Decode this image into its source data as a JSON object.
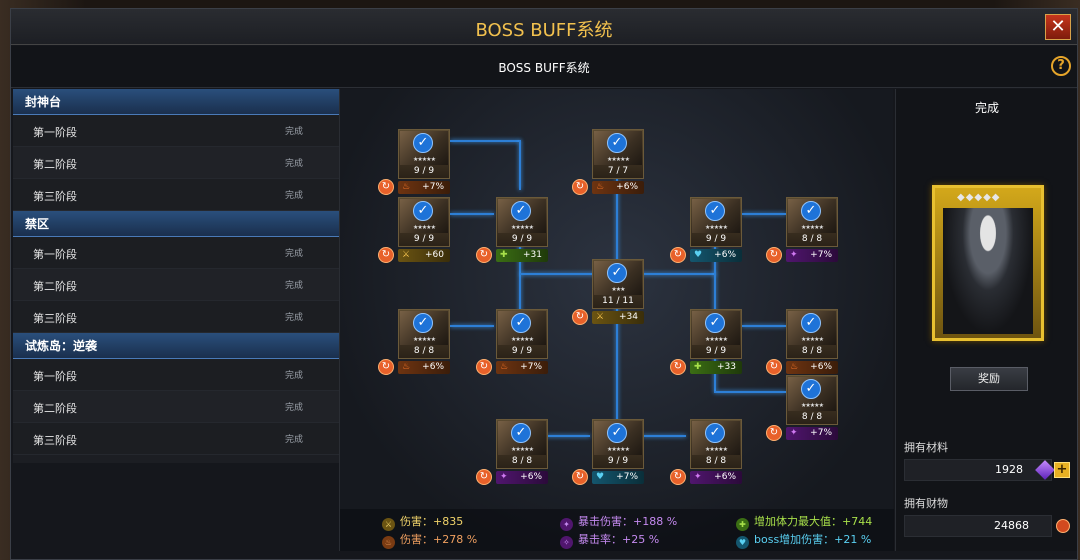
{
  "window": {
    "title": "BOSS BUFF系统",
    "close_label": "✕"
  },
  "subheader": {
    "title": "BOSS BUFF系统",
    "help_label": "?"
  },
  "categories": [
    {
      "name": "封神台",
      "stages": [
        {
          "label": "第一阶段",
          "status": "完成"
        },
        {
          "label": "第二阶段",
          "status": "完成"
        },
        {
          "label": "第三阶段",
          "status": "完成"
        }
      ]
    },
    {
      "name": "禁区",
      "stages": [
        {
          "label": "第一阶段",
          "status": "完成"
        },
        {
          "label": "第二阶段",
          "status": "完成"
        },
        {
          "label": "第三阶段",
          "status": "完成"
        }
      ]
    },
    {
      "name": "试炼岛：逆袭",
      "stages": [
        {
          "label": "第一阶段",
          "status": "完成"
        },
        {
          "label": "第二阶段",
          "status": "完成"
        },
        {
          "label": "第三阶段",
          "status": "完成"
        }
      ]
    }
  ],
  "nodes": [
    {
      "count": "9 / 9",
      "buff": "+7%",
      "buff_type": "fire",
      "stars": "★★★★★"
    },
    {
      "count": "7 / 7",
      "buff": "+6%",
      "buff_type": "fire",
      "stars": "★★★★★"
    },
    {
      "count": "9 / 9",
      "buff": "+60",
      "buff_type": "sword",
      "stars": "★★★★★"
    },
    {
      "count": "9 / 9",
      "buff": "+31",
      "buff_type": "green",
      "stars": "★★★★★"
    },
    {
      "count": "9 / 9",
      "buff": "+6%",
      "buff_type": "blue",
      "stars": "★★★★★"
    },
    {
      "count": "8 / 8",
      "buff": "+7%",
      "buff_type": "purple",
      "stars": "★★★★★"
    },
    {
      "count": "11 / 11",
      "buff": "+34",
      "buff_type": "sword",
      "stars": "★★★"
    },
    {
      "count": "8 / 8",
      "buff": "+6%",
      "buff_type": "fire",
      "stars": "★★★★★"
    },
    {
      "count": "9 / 9",
      "buff": "+7%",
      "buff_type": "fire",
      "stars": "★★★★★"
    },
    {
      "count": "9 / 9",
      "buff": "+33",
      "buff_type": "green",
      "stars": "★★★★★"
    },
    {
      "count": "8 / 8",
      "buff": "+6%",
      "buff_type": "fire",
      "stars": "★★★★★"
    },
    {
      "count": "8 / 8",
      "buff": "+7%",
      "buff_type": "purple",
      "stars": "★★★★★"
    },
    {
      "count": "8 / 8",
      "buff": "+6%",
      "buff_type": "purple",
      "stars": "★★★★★"
    },
    {
      "count": "9 / 9",
      "buff": "+7%",
      "buff_type": "blue",
      "stars": "★★★★★"
    },
    {
      "count": "8 / 8",
      "buff": "+6%",
      "buff_type": "purple",
      "stars": "★★★★★"
    }
  ],
  "summary": [
    {
      "label": "伤害：+835",
      "color": "#f0d36a",
      "icon_bg": "#6b5412",
      "icon": "sword-icon"
    },
    {
      "label": "伤害：+278 %",
      "color": "#f0a060",
      "icon_bg": "#7a3b12",
      "icon": "fire-icon"
    },
    {
      "label": "暴击伤害：+188 %",
      "color": "#c58af0",
      "icon_bg": "#50166e",
      "icon": "crit-damage-icon"
    },
    {
      "label": "暴击率：+25 %",
      "color": "#c58af0",
      "icon_bg": "#50166e",
      "icon": "crit-rate-icon"
    },
    {
      "label": "增加体力最大值：+744",
      "color": "#a8e04a",
      "icon_bg": "#3b6e14",
      "icon": "health-icon"
    },
    {
      "label": "boss增加伤害：+21 %",
      "color": "#5ad0f2",
      "icon_bg": "#14566e",
      "icon": "boss-damage-icon"
    }
  ],
  "right": {
    "status": "完成",
    "card_gems": "◆◆◆◆◆",
    "reward_button": "奖励",
    "materials_label": "拥有材料",
    "materials_value": "1928",
    "wealth_label": "拥有财物",
    "wealth_value": "24868",
    "plus_label": "+"
  },
  "colors": {
    "accent": "#f2c14e",
    "link_line": "#2d7fd6",
    "category": "#2a4f7c"
  }
}
